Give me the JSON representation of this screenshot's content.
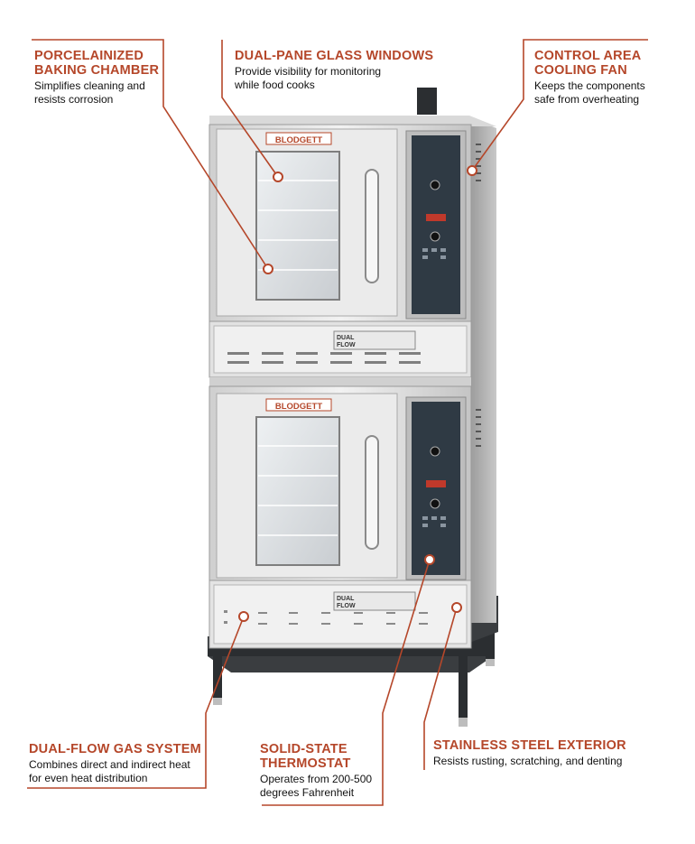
{
  "brand": "BLODGETT",
  "accent_color": "#b5472a",
  "badge": {
    "line1": "DUAL",
    "line2": "FLOW"
  },
  "callouts": {
    "porcelainized": {
      "title": "PORCELAINIZED\nBAKING CHAMBER",
      "desc": "Simplifies cleaning and\nresists corrosion"
    },
    "dual_pane": {
      "title": "DUAL-PANE GLASS WINDOWS",
      "desc": "Provide visibility for monitoring\nwhile food cooks"
    },
    "cooling_fan": {
      "title": "CONTROL AREA\nCOOLING FAN",
      "desc": "Keeps the components\nsafe from overheating"
    },
    "dual_flow": {
      "title": "DUAL-FLOW GAS SYSTEM",
      "desc": "Combines direct and indirect heat\nfor even heat distribution"
    },
    "thermostat": {
      "title": "SOLID-STATE\nTHERMOSTAT",
      "desc": "Operates from 200-500\ndegrees Fahrenheit"
    },
    "stainless": {
      "title": "STAINLESS STEEL EXTERIOR",
      "desc": "Resists rusting, scratching, and denting"
    }
  }
}
